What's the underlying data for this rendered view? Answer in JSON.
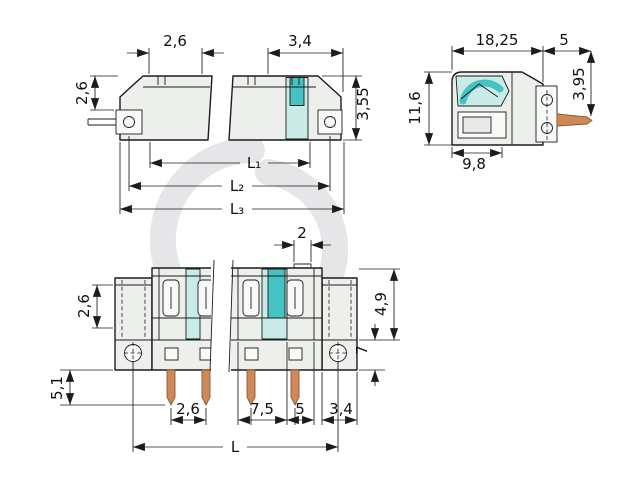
{
  "colors": {
    "line": "#1c1c1c",
    "body": "#edefec",
    "highlight_light": "#c9ebe8",
    "highlight": "#45c2c4",
    "pin_copper": "#d0885a",
    "watermark": "#e6e6e8"
  },
  "views": {
    "side": {
      "dims": {
        "pitch": "2,6",
        "end_width": "3,4",
        "top_height": "2,6",
        "right_height": "3,55",
        "l1": "L₁",
        "l2": "L₂",
        "l3": "L₃"
      }
    },
    "end": {
      "dims": {
        "depth": "18,25",
        "pin_length": "5",
        "height": "11,6",
        "pin_offset": "3,95",
        "base_depth": "9,8"
      }
    },
    "front": {
      "dims": {
        "notch": "2",
        "upper_height": "2,6",
        "body_height": "4,9",
        "base_height": "7",
        "pin_length": "5,1",
        "pin_pitch": "2,6",
        "span_mid": "7,5",
        "span_small": "5",
        "flange_width": "3,4",
        "total_length": "L"
      }
    }
  }
}
